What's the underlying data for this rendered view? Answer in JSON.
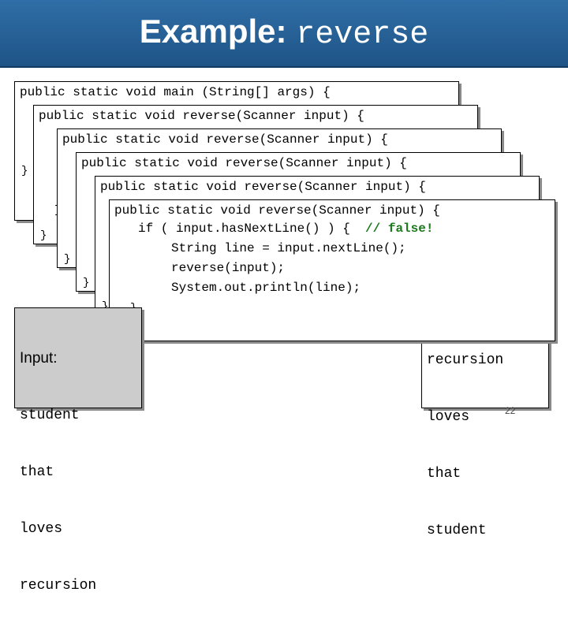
{
  "header": {
    "title_text": "Example:",
    "title_code": "reverse"
  },
  "frames": [
    {
      "signature": "public static void main (String[] args) {"
    },
    {
      "signature": "public static void reverse(Scanner input) {"
    },
    {
      "signature": "public static void reverse(Scanner input) {"
    },
    {
      "signature": "public static void reverse(Scanner input) {"
    },
    {
      "signature": "public static void reverse(Scanner input) {"
    },
    {
      "signature": "public static void reverse(Scanner input) {",
      "if_line": "if ( input.hasNextLine() ) {",
      "comment": "// false!",
      "line2": "String line = input.nextLine();",
      "line3": "reverse(input);",
      "line4": "System.out.println(line);",
      "close_inner": "}",
      "close_outer": "}"
    }
  ],
  "braces": {
    "b1": "}",
    "b2": "}",
    "b3": "}",
    "b4": "}",
    "b5": "}",
    "b6": "}"
  },
  "input_box": {
    "label": "Input:",
    "lines": [
      "student",
      "that",
      "loves",
      "recursion"
    ]
  },
  "output_box": {
    "lines": [
      "recursion",
      "loves",
      "that",
      "student"
    ]
  },
  "page_number": "22"
}
